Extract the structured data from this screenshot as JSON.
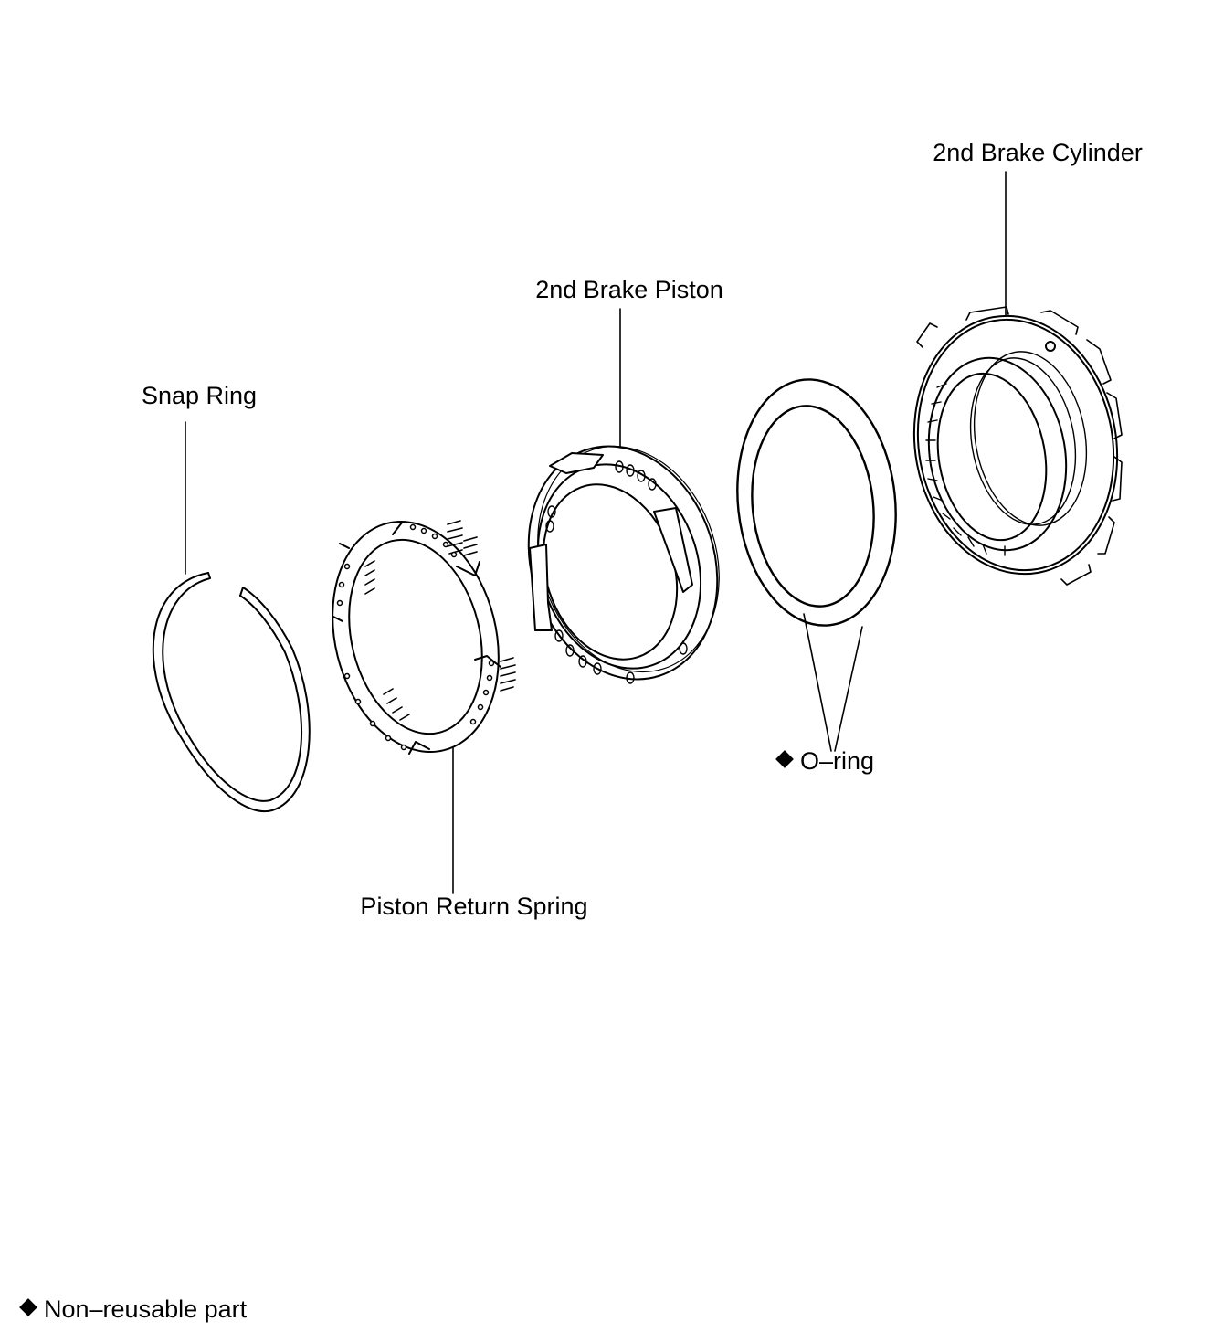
{
  "labels": {
    "cylinder": "2nd Brake Cylinder",
    "piston": "2nd Brake Piston",
    "snap_ring": "Snap Ring",
    "return_spring": "Piston Return Spring",
    "o_ring": "O–ring"
  },
  "legend": {
    "text": "Non–reusable part",
    "marker_icon": "diamond-icon"
  },
  "colors": {
    "line": "#000000",
    "background": "#ffffff"
  }
}
